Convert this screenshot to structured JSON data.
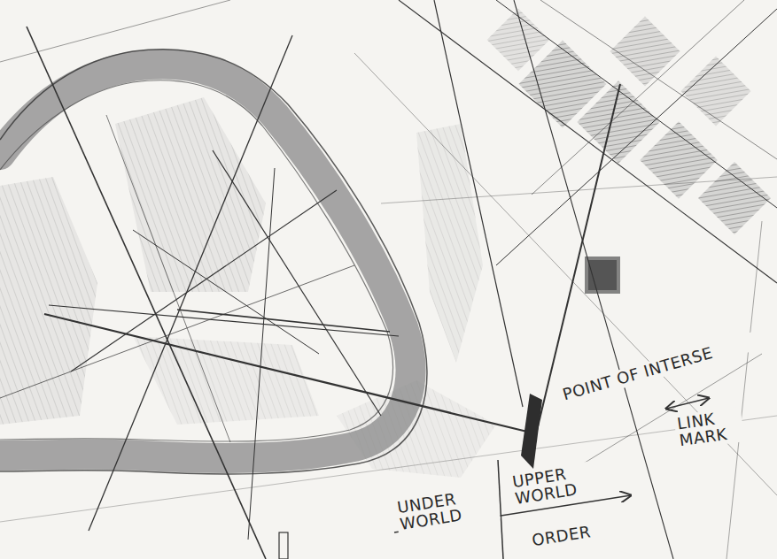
{
  "diagram": {
    "labels": [
      "POINT OF INTERSE",
      "LINK MARK",
      "UNDER WORLD",
      "UPPER WORLD",
      "ORDER"
    ]
  }
}
